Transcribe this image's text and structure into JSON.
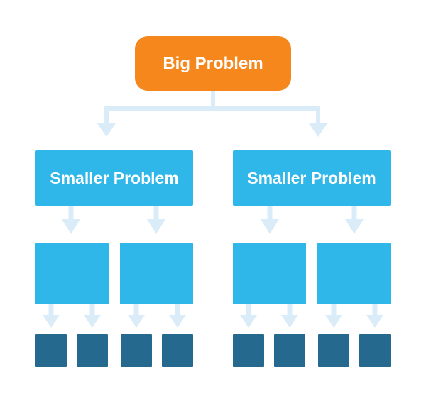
{
  "diagram": {
    "root_label": "Big Problem",
    "branches": [
      {
        "label": "Smaller Problem"
      },
      {
        "label": "Smaller Problem"
      }
    ],
    "subproblem_count": 4,
    "leaf_count": 8
  },
  "colors": {
    "background": "#ffffff",
    "root-fill": "#f6871d",
    "node-fill": "#2fb7ea",
    "leaf-fill": "#25698f",
    "arrow": "#daecf8",
    "text": "#ffffff"
  }
}
